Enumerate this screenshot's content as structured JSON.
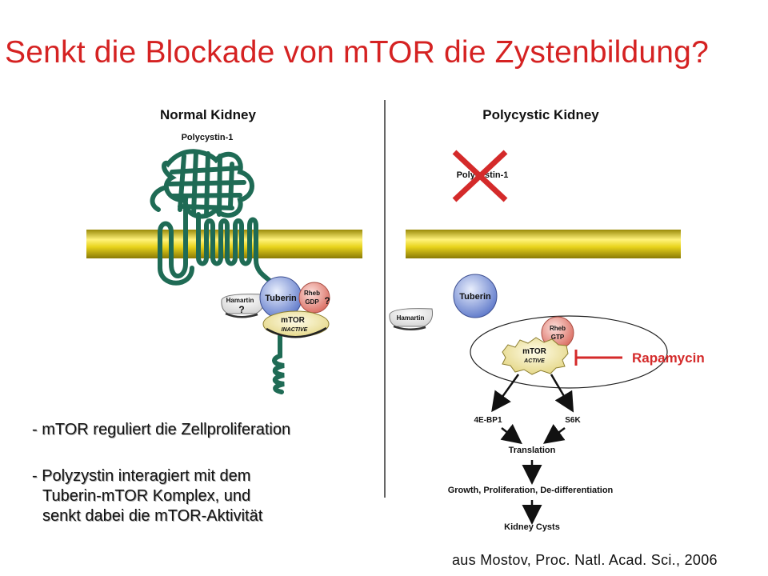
{
  "title": "Senkt die Blockade von mTOR die Zystenbildung?",
  "left_panel": {
    "heading": "Normal Kidney",
    "polycystin_label": "Polycystin-1",
    "hamartin": "Hamartin",
    "hamartin_q": "?",
    "tuberin": "Tuberin",
    "rheb_line1": "Rheb",
    "rheb_line2": "GDP",
    "rheb_q": "?",
    "mtor": "mTOR",
    "mtor_state": "INACTIVE"
  },
  "right_panel": {
    "heading": "Polycystic Kidney",
    "polycystin_label": "Polycystin-1",
    "hamartin": "Hamartin",
    "tuberin": "Tuberin",
    "rheb_line1": "Rheb",
    "rheb_line2": "GTP",
    "mtor": "mTOR",
    "mtor_state": "ACTIVE",
    "inhibitor": "Rapamycin",
    "target1": "4E-BP1",
    "target2": "S6K",
    "step1": "Translation",
    "step2": "Growth, Proliferation, De-differentiation",
    "step3": "Kidney Cysts"
  },
  "bullets": [
    "- mTOR reguliert die Zellproliferation",
    "- Polyzystin interagiert mit dem",
    "Tuberin-mTOR Komplex, und",
    "senkt dabei die mTOR-Aktivität"
  ],
  "citation": "aus Mostov, Proc. Natl. Acad. Sci., 2006",
  "colors": {
    "title": "#d52222",
    "membrane": "#e6d21a",
    "protein": "#1f6b55",
    "cross": "#d42a2a",
    "tuberin": "#6f89d6",
    "rheb": "#e58a80",
    "mtor": "#f0e6a0"
  }
}
